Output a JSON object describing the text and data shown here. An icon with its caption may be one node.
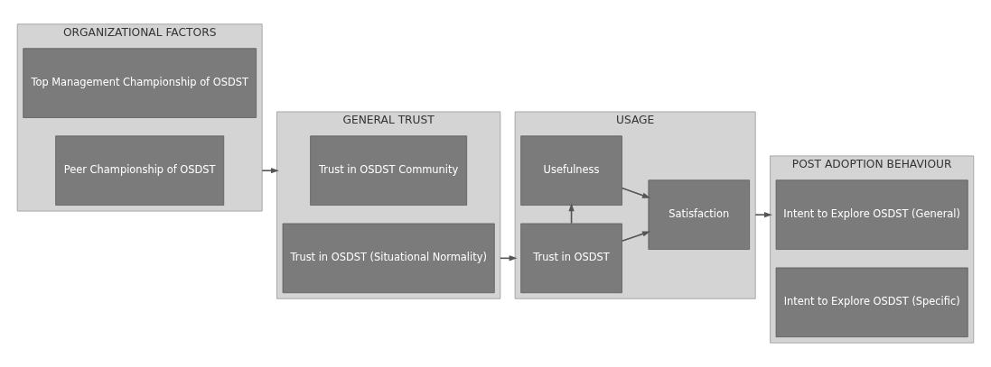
{
  "diagram": {
    "nodes": [
      {
        "text": [
          "ORGANIZATIONAL FACTORS"
        ]
      },
      {
        "text": [
          "Top Management Championship of OSDST"
        ],
        "in": 0
      },
      {
        "text": [
          "Peer Championship of OSDST"
        ],
        "in": 0
      },
      {
        "text": [
          "GENERAL TRUST"
        ]
      },
      {
        "text": [
          "Trust in OSDST Community"
        ],
        "in": 3
      },
      {
        "text": [
          "Trust in OSDST (Situational Normality)"
        ],
        "in": 3
      },
      {
        "text": [
          "USAGE"
        ]
      },
      {
        "text": [
          "Trust in OSDST"
        ],
        "in": 6
      },
      {
        "text": [
          "Usefulness"
        ],
        "in": 6
      },
      {
        "text": [
          "Satisfaction"
        ],
        "in": 6
      },
      {
        "text": [
          "POST ADOPTION BEHAVIOUR"
        ]
      },
      {
        "text": [
          "Intent to Explore OSDST (General)"
        ],
        "in": 10
      },
      {
        "text": [
          "Intent to Explore OSDST (Specific)"
        ],
        "in": 10
      }
    ],
    "edges": [
      {
        "from": 0,
        "to": 3,
        "arrow": "to"
      },
      {
        "from": 3,
        "to": 6,
        "arrow": "to"
      },
      {
        "from": 7,
        "to": 8,
        "arrow": "to"
      },
      {
        "from": 7,
        "to": 9,
        "arrow": "to"
      },
      {
        "from": 8,
        "to": 9,
        "arrow": "to"
      },
      {
        "from": 6,
        "to": 10,
        "arrow": "to"
      }
    ]
  }
}
